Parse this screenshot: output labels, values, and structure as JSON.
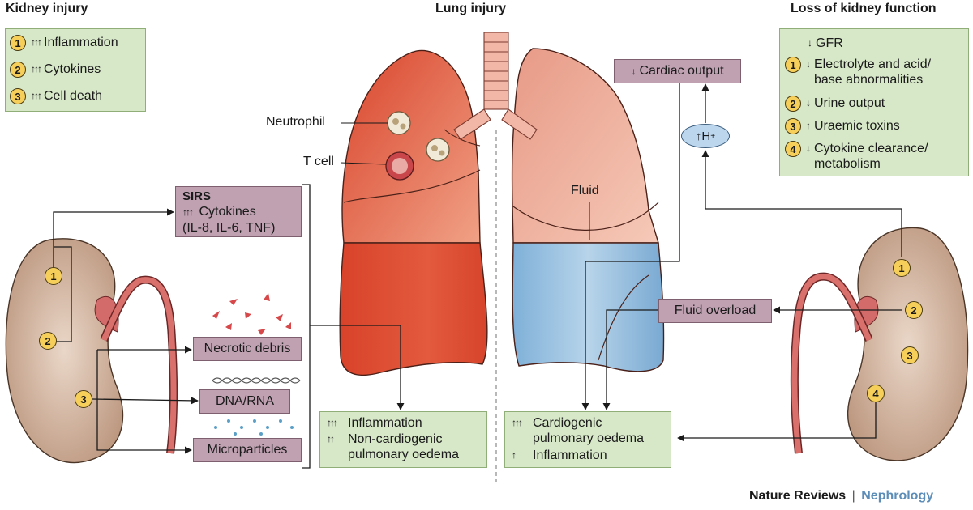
{
  "titles": {
    "kidney_injury": "Kidney injury",
    "lung_injury": "Lung injury",
    "loss_kidney": "Loss of kidney function"
  },
  "kidney_injury_list": [
    {
      "num": "1",
      "arrows": "↑↑↑",
      "text": "Inflammation"
    },
    {
      "num": "2",
      "arrows": "↑↑↑",
      "text": "Cytokines"
    },
    {
      "num": "3",
      "arrows": "↑↑↑",
      "text": "Cell death"
    }
  ],
  "loss_list": {
    "gfr": {
      "arrow": "↓",
      "text": "GFR"
    },
    "items": [
      {
        "num": "1",
        "arrow": "↓",
        "lines": [
          "Electrolyte and acid/",
          "base abnormalities"
        ]
      },
      {
        "num": "2",
        "arrow": "↓",
        "lines": [
          "Urine output"
        ]
      },
      {
        "num": "3",
        "arrow": "↑",
        "lines": [
          "Uraemic toxins"
        ]
      },
      {
        "num": "4",
        "arrow": "↓",
        "lines": [
          "Cytokine clearance/",
          "metabolism"
        ]
      }
    ]
  },
  "sirs": {
    "title": "SIRS",
    "arrows": "↑↑↑",
    "line1": "Cytokines",
    "line2": "(IL-8, IL-6, TNF)"
  },
  "boxes": {
    "necrotic": "Necrotic debris",
    "dna": "DNA/RNA",
    "micro": "Microparticles",
    "cardiac_arrow": "↓",
    "cardiac": "Cardiac output",
    "fluid_overload": "Fluid overload",
    "hplus": "↑H"
  },
  "labels": {
    "neutrophil": "Neutrophil",
    "tcell": "T cell",
    "fluid": "Fluid"
  },
  "outcome_left": [
    {
      "arrows": "↑↑↑",
      "lines": [
        "Inflammation"
      ]
    },
    {
      "arrows": "↑↑",
      "lines": [
        "Non-cardiogenic",
        "pulmonary oedema"
      ]
    }
  ],
  "outcome_right": [
    {
      "arrows": "↑↑↑",
      "lines": [
        "Cardiogenic",
        "pulmonary oedema"
      ]
    },
    {
      "arrows": "↑",
      "lines": [
        "Inflammation"
      ]
    }
  ],
  "kidney_left_numbers": [
    "1",
    "2",
    "3"
  ],
  "kidney_right_numbers": [
    "1",
    "2",
    "3",
    "4"
  ],
  "credit": {
    "publisher": "Nature Reviews",
    "sep": "|",
    "journal": "Nephrology"
  },
  "colors": {
    "green_box": "#d7e8c8",
    "purple_box": "#bfa1b1",
    "number_badge": "#f6cf5b",
    "lung_red": "#e0553a",
    "lung_blue": "#8db7d9",
    "kidney": "#c9a994",
    "journal_blue": "#5b8db8"
  }
}
